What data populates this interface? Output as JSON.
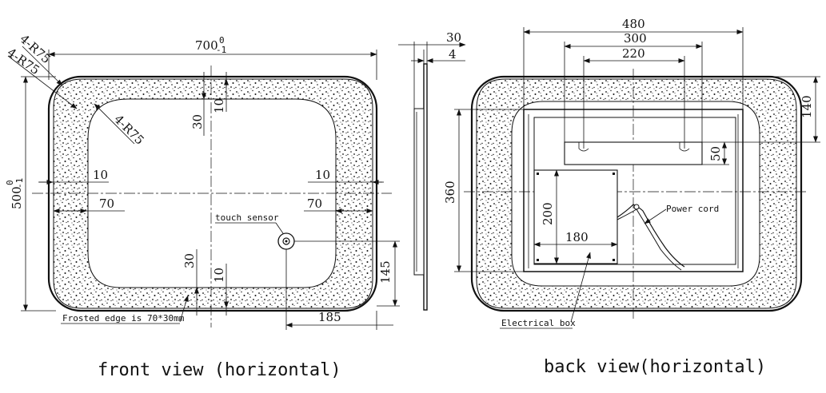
{
  "front": {
    "width_dim": "700",
    "width_tol_upper": "0",
    "width_tol_lower": "-1",
    "height_dim": "500",
    "height_tol_upper": "0",
    "height_tol_lower": "-1",
    "radius_a": "4-R75",
    "radius_b": "4-R75",
    "radius_c": "4-R75",
    "dim_30_top": "30",
    "dim_10_top": "10",
    "dim_10_left": "10",
    "dim_10_right": "10",
    "dim_70_left": "70",
    "dim_70_right": "70",
    "dim_30_bottom": "30",
    "dim_10_bottom": "10",
    "dim_145": "145",
    "dim_185": "185",
    "touch_sensor_label": "touch sensor",
    "frosted_label": "Frosted edge is 70*30mm",
    "caption": "front view (horizontal)"
  },
  "side": {
    "dim_30": "30",
    "dim_4": "4"
  },
  "back": {
    "dim_480": "480",
    "dim_300": "300",
    "dim_220": "220",
    "dim_140": "140",
    "dim_50": "50",
    "dim_360": "360",
    "dim_200": "200",
    "dim_180": "180",
    "power_cord_label": "Power cord",
    "electrical_box_label": "Electrical box",
    "caption": "back view(horizontal)"
  },
  "colors": {
    "ink": "#111111",
    "paper": "#ffffff"
  }
}
